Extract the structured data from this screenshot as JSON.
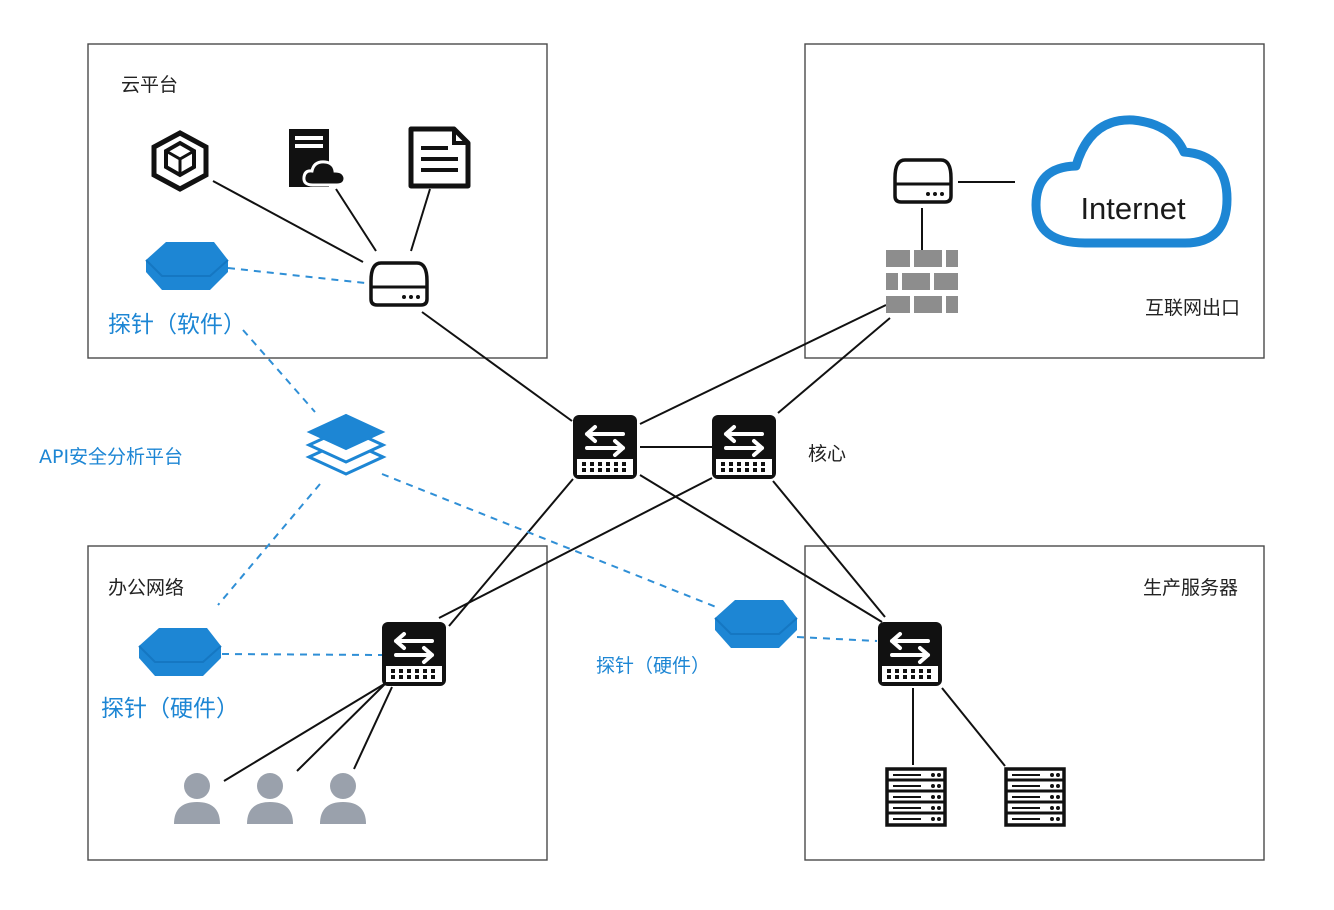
{
  "zones": {
    "cloud": {
      "label": "云平台"
    },
    "internet_exit": {
      "label": "互联网出口"
    },
    "office": {
      "label": "办公网络"
    },
    "production": {
      "label": "生产服务器"
    }
  },
  "core": {
    "label": "核心"
  },
  "cloud_bubble": {
    "label": "Internet"
  },
  "probes": {
    "software": {
      "label": "探针（软件）"
    },
    "hardware_office": {
      "label": "探针（硬件）"
    },
    "hardware_production": {
      "label": "探针（硬件）"
    }
  },
  "platform": {
    "label": "API安全分析平台"
  },
  "colors": {
    "accent_blue": "#1d86d4",
    "line_black": "#111111",
    "icon_gray": "#9aa1ac",
    "firewall_gray": "#8d8d8d"
  }
}
